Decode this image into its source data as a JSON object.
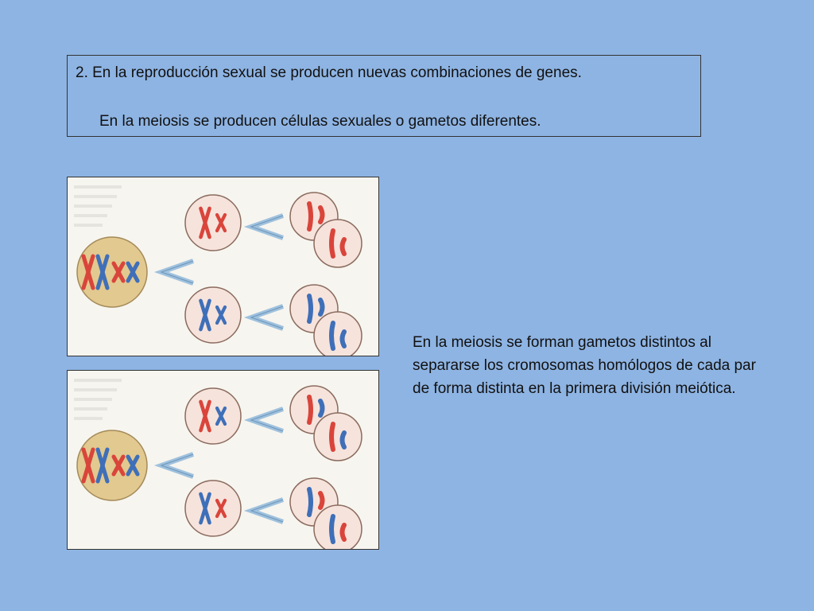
{
  "slide": {
    "heading_line1": "2. En la reproducción sexual se producen nuevas combinaciones de genes.",
    "heading_line2": "En la meiosis se producen células sexuales o gametos diferentes.",
    "caption": "En la meiosis se forman gametos distintos al separarse los cromosomas homólogos de cada par de forma distinta en la primera división meiótica."
  },
  "colors": {
    "background": "#8eb4e3",
    "maternal_chromosome": "#d9453b",
    "paternal_chromosome": "#3f6fb8",
    "parent_cell": "#e2c98f",
    "arrow": "#9ec1de"
  },
  "diagrams": [
    {
      "id": "combination-1",
      "parent_cell": [
        "red",
        "blue",
        "red",
        "blue"
      ],
      "daughter_cells": [
        [
          "red",
          "red"
        ],
        [
          "blue",
          "blue"
        ]
      ]
    },
    {
      "id": "combination-2",
      "parent_cell": [
        "red",
        "blue",
        "red",
        "blue"
      ],
      "daughter_cells": [
        [
          "red",
          "blue"
        ],
        [
          "blue",
          "red"
        ]
      ]
    }
  ]
}
